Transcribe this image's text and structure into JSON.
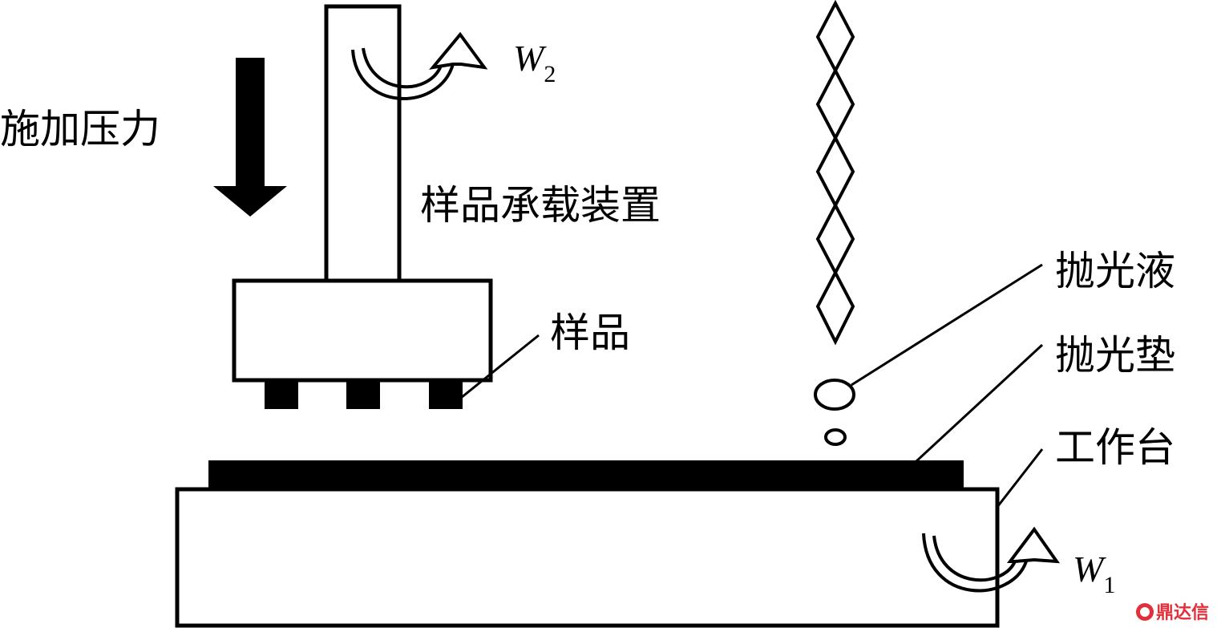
{
  "labels": {
    "apply_pressure": "施加压力",
    "sample_holder": "样品承载装置",
    "sample": "样品",
    "polishing_slurry": "抛光液",
    "polishing_pad": "抛光垫",
    "worktable": "工作台"
  },
  "rotations": {
    "w2": {
      "symbol": "W",
      "subscript": "2"
    },
    "w1": {
      "symbol": "W",
      "subscript": "1"
    }
  },
  "watermark": {
    "text": "鼎达信",
    "color": "#e0303a"
  },
  "colors": {
    "stroke": "#000000",
    "fill": "#000000",
    "background": "#ffffff"
  }
}
